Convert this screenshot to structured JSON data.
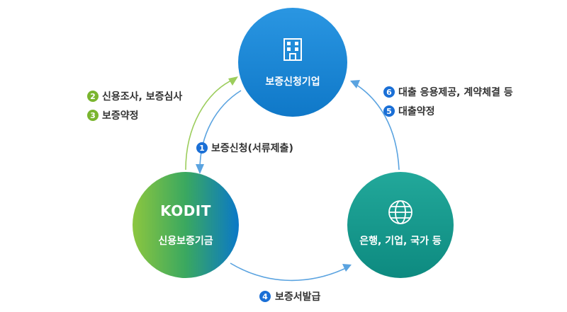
{
  "nodes": {
    "company": {
      "label": "보증신청기업",
      "icon": "building-icon",
      "color": "#1a86d6"
    },
    "kodit": {
      "label": "신용보증기금",
      "logo": "KODIT",
      "icon": "kodit-logo",
      "color_start": "#8cc63f",
      "color_end": "#0a78c8"
    },
    "bank": {
      "label": "은행, 기업, 국가 등",
      "icon": "globe-icon",
      "color": "#1a9a8a"
    }
  },
  "steps": [
    {
      "num": "1",
      "text": "보증신청(서류제출)",
      "color": "#1a6fd6"
    },
    {
      "num": "2",
      "text": "신용조사, 보증심사",
      "color": "#7ab52f"
    },
    {
      "num": "3",
      "text": "보증약정",
      "color": "#7ab52f"
    },
    {
      "num": "4",
      "text": "보증서발급",
      "color": "#1a6fd6"
    },
    {
      "num": "5",
      "text": "대출약정",
      "color": "#1a6fd6"
    },
    {
      "num": "6",
      "text": "대출 응용제공, 계약체결 등",
      "color": "#1a6fd6"
    }
  ],
  "colors": {
    "blue_line": "#5aa3e0",
    "green_line": "#9ccd5c"
  }
}
